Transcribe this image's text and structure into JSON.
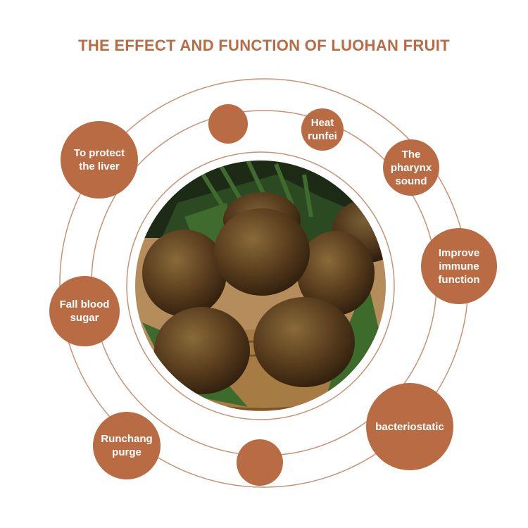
{
  "title": "THE EFFECT AND FUNCTION OF LUOHAN FRUIT",
  "colors": {
    "accent": "#b96b43",
    "ring": "#c89273",
    "title": "#b96b43",
    "badge_text": "#ffffff"
  },
  "badges": [
    {
      "name": "badge-heat-runfei",
      "text": "Heat runfei"
    },
    {
      "name": "badge-pharynx-sound",
      "text": "The pharynx sound"
    },
    {
      "name": "badge-improve-immune-function",
      "text": "Improve immune function"
    },
    {
      "name": "badge-bacteriostatic",
      "text": "bacteriostatic"
    },
    {
      "name": "badge-runchang-purge",
      "text": "Runchang purge"
    },
    {
      "name": "badge-fall-blood-sugar",
      "text": "Fall blood sugar"
    },
    {
      "name": "badge-protect-liver",
      "text": "To protect the liver"
    }
  ],
  "image": {
    "name": "luohan-fruit-photo"
  }
}
